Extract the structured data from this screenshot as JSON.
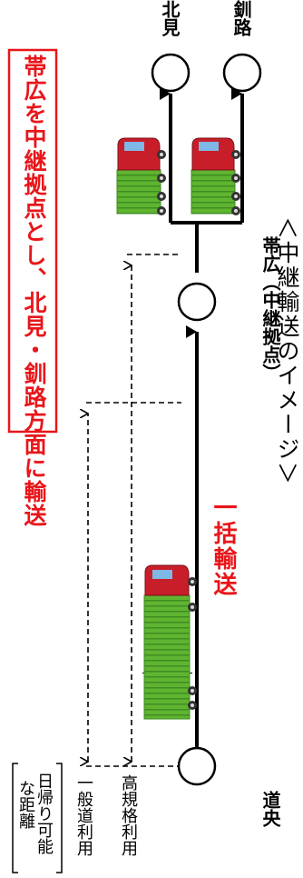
{
  "headline": "帯広を中継拠点とし、北見・釧路方面に輸送",
  "caption": "＜中継輸送のイメージ＞",
  "legend": {
    "title_line1": "日帰り可能",
    "title_line2": "な距離",
    "general_road": "一般道利用",
    "expressway": "高規格利用"
  },
  "nodes": {
    "origin": "道央",
    "relay": "帯広（中継拠点）",
    "dest_kitami": "北見",
    "dest_kushiro": "釧路"
  },
  "segment_label": "一括輸送",
  "colors": {
    "headline_red": "#e8161a",
    "line_black": "#000000",
    "truck_cab_red": "#c81e2a",
    "container_green": "#5fb430"
  }
}
